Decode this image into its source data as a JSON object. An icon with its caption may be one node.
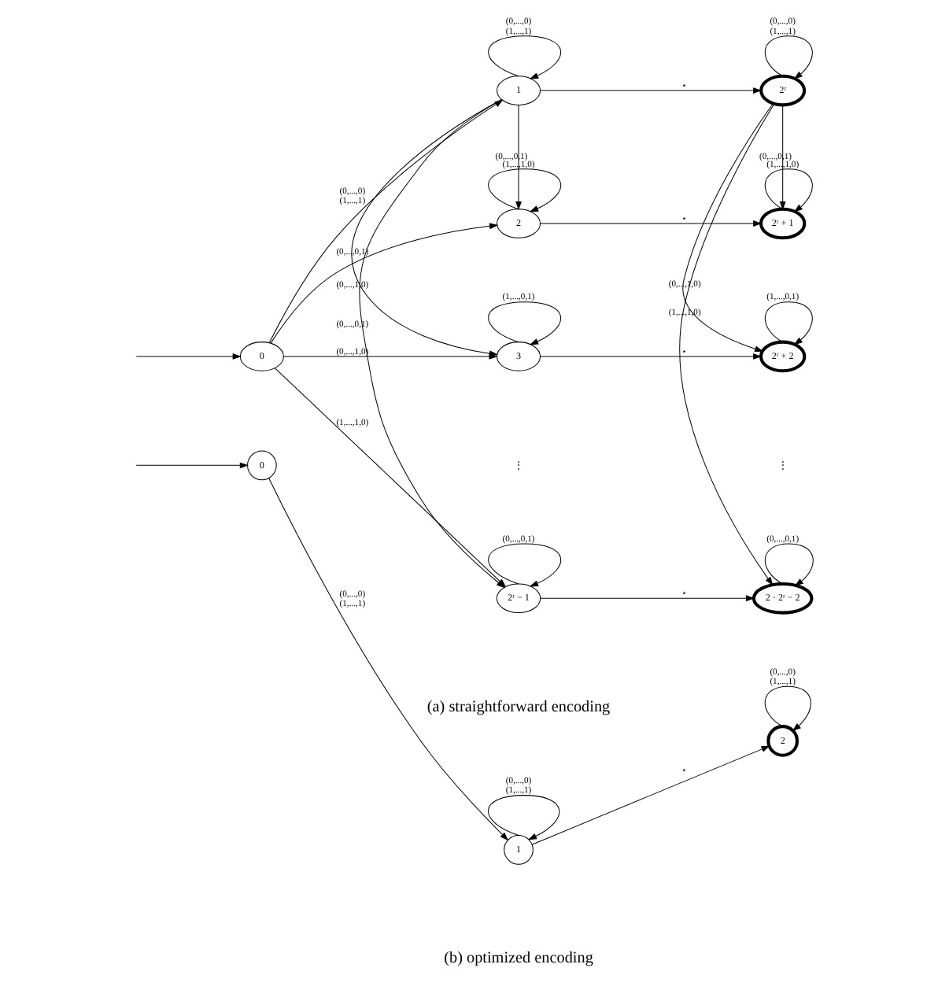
{
  "diagram": {
    "nodes": [
      {
        "text": [
          "0"
        ]
      },
      {
        "text": [
          "1"
        ]
      },
      {
        "text": [
          "2ʳ"
        ]
      },
      {
        "text": [
          "2"
        ]
      },
      {
        "text": [
          "2ʳ + 1"
        ]
      },
      {
        "text": [
          "3"
        ]
      },
      {
        "text": [
          "2ʳ + 2"
        ]
      },
      {
        "text": [
          "2ʳ − 1"
        ]
      },
      {
        "text": [
          "2 · 2ʳ − 2"
        ]
      },
      {
        "text": [
          "0"
        ]
      },
      {
        "text": [
          "1"
        ]
      },
      {
        "text": [
          "2"
        ]
      }
    ],
    "edges": [
      {
        "from": null,
        "to": 0,
        "arrow": "to"
      },
      {
        "from": 0,
        "to": 1,
        "label": "(0,...,0) (1,...,1)",
        "arrow": "to"
      },
      {
        "from": 1,
        "to": 1,
        "label": "(0,...,0) (1,...,1)",
        "arrow": "to"
      },
      {
        "from": 1,
        "to": 2,
        "label": "⋆",
        "arrow": "to"
      },
      {
        "from": 2,
        "to": 2,
        "label": "(0,...,0) (1,...,1)",
        "arrow": "to"
      },
      {
        "from": 0,
        "to": 3,
        "label": "(0,...,0,1)",
        "arrow": "to"
      },
      {
        "from": 1,
        "to": 3,
        "label": "(0,...,0,1)",
        "arrow": "to"
      },
      {
        "from": 3,
        "to": 3,
        "label": "(1,...,1,0)",
        "arrow": "to"
      },
      {
        "from": 3,
        "to": 4,
        "label": "⋆",
        "arrow": "to"
      },
      {
        "from": 2,
        "to": 4,
        "label": "(0,...,0,1)",
        "arrow": "to"
      },
      {
        "from": 4,
        "to": 4,
        "label": "(1,...,1,0)",
        "arrow": "to"
      },
      {
        "from": 0,
        "to": 5,
        "label": "(0,...,1,0)",
        "arrow": "to"
      },
      {
        "from": 1,
        "to": 5,
        "label": "(0,...,1,0)",
        "arrow": "to"
      },
      {
        "from": 5,
        "to": 5,
        "label": "(1,...,0,1)",
        "arrow": "to"
      },
      {
        "from": 5,
        "to": 6,
        "label": "⋆",
        "arrow": "to"
      },
      {
        "from": 2,
        "to": 6,
        "label": "(0,...,1,0)",
        "arrow": "to"
      },
      {
        "from": 6,
        "to": 6,
        "label": "(1,...,0,1)",
        "arrow": "to"
      },
      {
        "from": 0,
        "to": 7,
        "label": "(1,...,1,0)",
        "arrow": "to"
      },
      {
        "from": 1,
        "to": 7,
        "label": "(0,...,0,1)",
        "arrow": "to"
      },
      {
        "from": 7,
        "to": 7,
        "label": "(0,...,0,1)",
        "arrow": "to"
      },
      {
        "from": 7,
        "to": 8,
        "label": "⋆",
        "arrow": "to"
      },
      {
        "from": 2,
        "to": 8,
        "label": "(1,...,1,0)",
        "arrow": "to"
      },
      {
        "from": 8,
        "to": 8,
        "label": "(0,...,0,1)",
        "arrow": "to"
      },
      {
        "from": null,
        "to": 9,
        "arrow": "to"
      },
      {
        "from": 9,
        "to": 10,
        "label": "(0,...,0) (1,...,1)",
        "arrow": "to"
      },
      {
        "from": 10,
        "to": 10,
        "label": "(0,...,0) (1,...,1)",
        "arrow": "to"
      },
      {
        "from": 10,
        "to": 11,
        "label": "⋆",
        "arrow": "to"
      },
      {
        "from": 11,
        "to": 11,
        "label": "(0,...,0) (1,...,1)",
        "arrow": "to"
      }
    ],
    "labels": [
      "⋮",
      "⋮",
      "(a) straightforward encoding",
      "(b) optimized encoding"
    ]
  }
}
